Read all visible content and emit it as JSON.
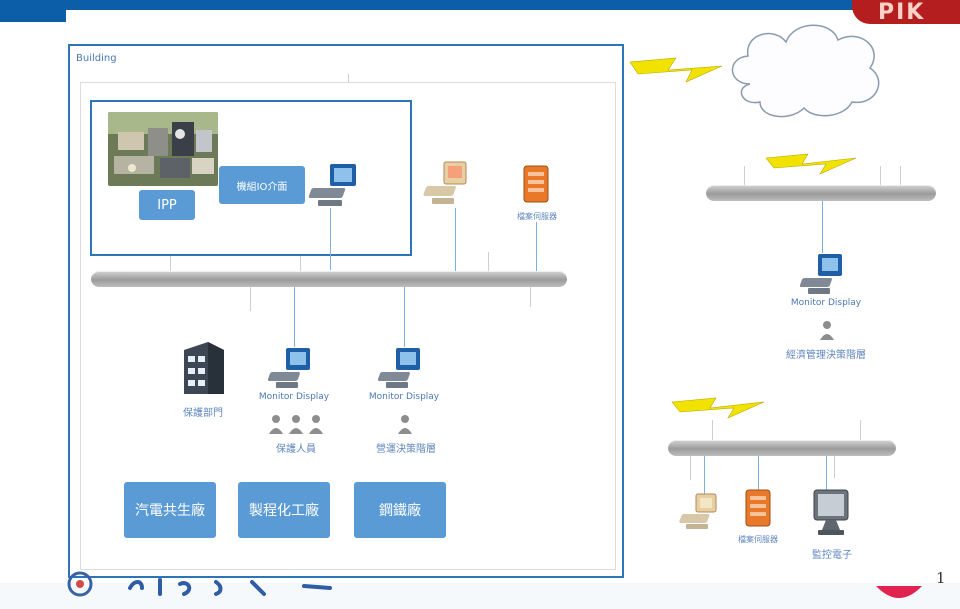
{
  "header": {
    "top_label": "",
    "logo_text": "PIK"
  },
  "footer": {
    "page_number": "1"
  },
  "building": {
    "title": "Building",
    "inner": {
      "ipp_label": "IPP",
      "module_label": "機組IO介面"
    },
    "storage_label": "檔案伺服器",
    "bus_label": "",
    "security_dept_label": "保護部門",
    "monitor_left": {
      "label": "Monitor Display",
      "people_label": "保護人員"
    },
    "monitor_right": {
      "label": "Monitor Display",
      "people_label": "營運決策階層"
    },
    "facilities": [
      "汽電共生廠",
      "製程化工廠",
      "鋼鐵廠"
    ]
  },
  "remote_top": {
    "bus_label": "",
    "monitor_label": "Monitor Display",
    "person_label": "經濟管理決策階層"
  },
  "remote_bottom": {
    "bus_label": "",
    "server_label": "檔案伺服器",
    "display_label": "監控電子"
  },
  "colors": {
    "frame": "#2e75b6",
    "box": "#5b9bd5",
    "bolt": "#f2e200",
    "logo": "#b51e1e"
  }
}
